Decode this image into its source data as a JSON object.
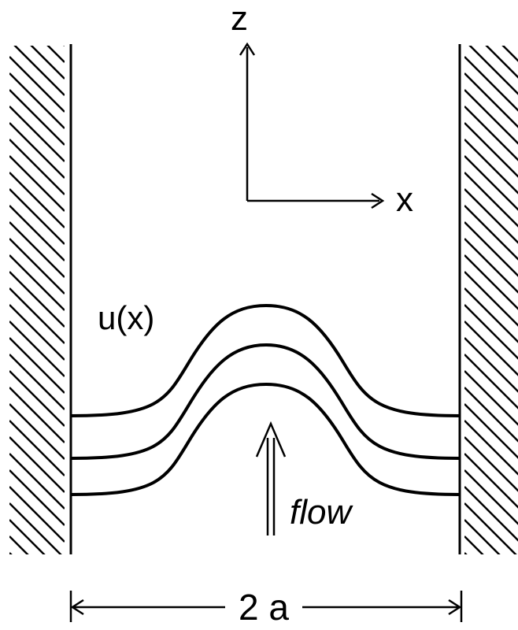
{
  "labels": {
    "z_axis": "z",
    "x_axis": "x",
    "profile": "u(x)",
    "flow": "flow",
    "width": "2 a"
  },
  "colors": {
    "line": "#000000",
    "background": "#ffffff"
  }
}
